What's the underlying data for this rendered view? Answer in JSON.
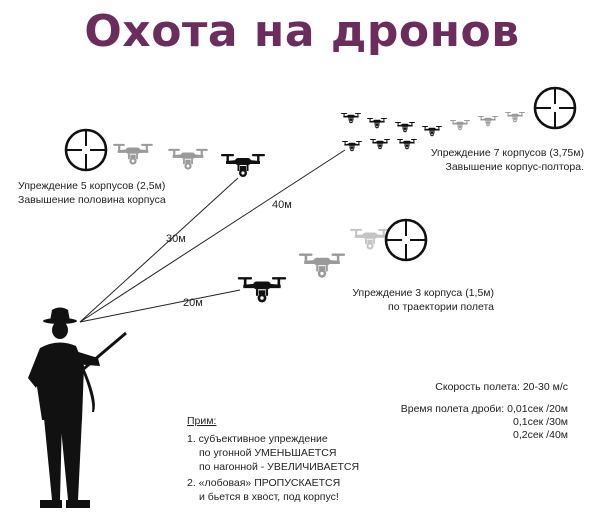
{
  "title": "Охота на дронов",
  "scenarios": [
    {
      "line1": "Упреждение 5 корпусов (2,5м)",
      "line2": "Завышение половина корпуса"
    },
    {
      "line1": "Упреждение 7 корпусов (3,75м)",
      "line2": "Завышение корпус-полтора."
    },
    {
      "line1": "Упреждение 3 корпуса (1,5м)",
      "line2": "по траектории полета"
    }
  ],
  "distances": {
    "d20": "20м",
    "d30": "30м",
    "d40": "40м"
  },
  "speed": "Скорость полета: 20-30 м/с",
  "flight_time": {
    "label": "Время полета дроби: 0,01сек /20м",
    "line2": "0,1сек /30м",
    "line3": "0,2сек /40м"
  },
  "notes": {
    "title": "Прим:",
    "n1a": "1. субъективное упреждение",
    "n1b": "по угонной  УМЕНЬШАЕТСЯ",
    "n1c": "по нагонной - УВЕЛИЧИВАЕТСЯ",
    "n2a": "2. «лобовая» ПРОПУСКАЕТСЯ",
    "n2b": "и бьется в хвост, под корпус!"
  },
  "colors": {
    "title": "#6b2d5c",
    "drone_dark": "#111111",
    "drone_faded": "#9a9a9a",
    "drone_pale": "#c4c4c4"
  }
}
